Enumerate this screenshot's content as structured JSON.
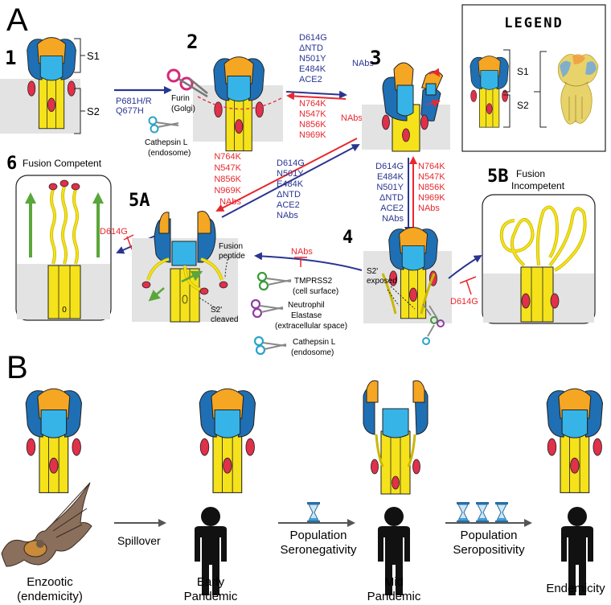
{
  "colors": {
    "orange": "#f5a623",
    "blue_dark": "#1f6fb4",
    "blue_light": "#36b4e8",
    "yellow": "#f5e21a",
    "red": "#e0304a",
    "navy": "#2a3591",
    "arrow_red": "#e8282e",
    "green": "#5aa63a",
    "gray_membrane": "#e3e3e3"
  },
  "panels": {
    "a_label": "A",
    "b_label": "B",
    "legend_title": "LEGEND",
    "legend_s1": "S1",
    "legend_s2": "S2"
  },
  "stage1": {
    "num": "1",
    "s1": "S1",
    "s2": "S2"
  },
  "arrow12": {
    "lines": [
      "P681H/R",
      "Q677H"
    ]
  },
  "stage2": {
    "num": "2",
    "furin": "Furin",
    "furin_loc": "(Golgi)",
    "cathepsin": "Cathepsin L",
    "cathepsin_loc": "(endosome)"
  },
  "arrow23": {
    "forward": [
      "D614G",
      "ΔNTD",
      "N501Y",
      "E484K",
      "ACE2"
    ],
    "forward_tag": "NAbs",
    "back": [
      "N764K",
      "N547K",
      "N856K",
      "N969K"
    ],
    "back_tag": "NAbs"
  },
  "stage3": {
    "num": "3"
  },
  "arrow35": {
    "red": [
      "N764K",
      "N547K",
      "N856K",
      "N969K",
      "NAbs"
    ],
    "blue": [
      "D614G",
      "N501Y",
      "E484K",
      "ΔNTD",
      "ACE2",
      "NAbs"
    ]
  },
  "arrow34": {
    "blue": [
      "D614G",
      "E484K",
      "N501Y",
      "ΔNTD",
      "ACE2",
      "NAbs"
    ],
    "red": [
      "N764K",
      "N547K",
      "N856K",
      "N969K",
      "NAbs"
    ]
  },
  "stage4": {
    "num": "4",
    "s2exposed": [
      "S2'",
      "exposed"
    ],
    "nabs": "NAbs",
    "tmprss2": "TMPRSS2",
    "tmprss2_loc": "(cell surface)",
    "elastase": [
      "Neutrophil",
      "Elastase"
    ],
    "elastase_loc": "(extracellular space)",
    "cathepsin": "Cathepsin L",
    "cathepsin_loc": "(endosome)"
  },
  "stage5a": {
    "num": "5A",
    "fusion_peptide": [
      "Fusion",
      "peptide"
    ],
    "s2cleaved": [
      "S2'",
      "cleaved"
    ]
  },
  "stage5b": {
    "num": "5B",
    "title": [
      "Fusion",
      "Incompetent"
    ],
    "d614g": "D614G"
  },
  "stage6": {
    "num": "6",
    "title": "Fusion Competent",
    "d614g": "D614G",
    "zero": "0"
  },
  "panelB": {
    "spillover": "Spillover",
    "seroneg": [
      "Population",
      "Seronegativity"
    ],
    "seropos": [
      "Population",
      "Seropositivity"
    ],
    "enzootic": [
      "Enzootic",
      "(endemicity)"
    ],
    "early": [
      "Early",
      "Pandemic"
    ],
    "mid": [
      "Mid",
      "Pandemic"
    ],
    "endemicity": "Endemicity"
  }
}
